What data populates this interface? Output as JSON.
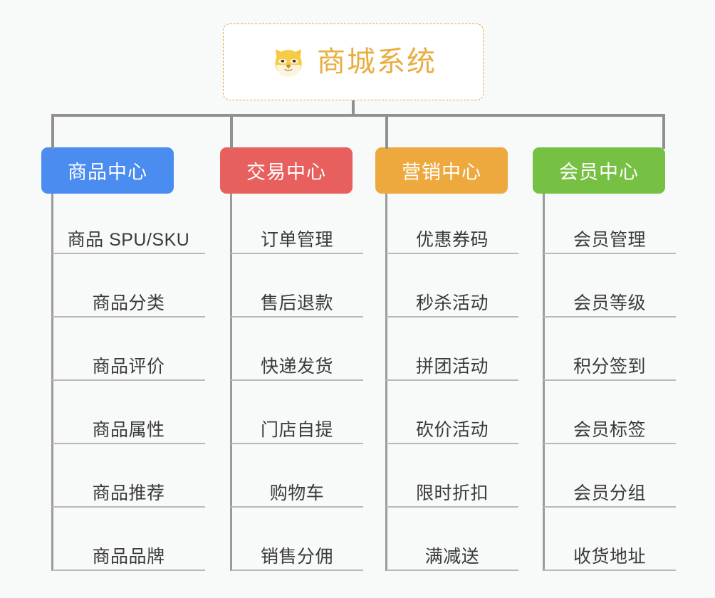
{
  "page": {
    "background_color": "#f8f9f9",
    "type": "mindmap"
  },
  "root": {
    "title": "商城系统",
    "icon": "shiba-dog-face-emoji",
    "text_color": "#e9ad42",
    "border_color": "#e8a840",
    "background_color": "#ffffff"
  },
  "branches": [
    {
      "label": "商品中心",
      "color": "#4a8cf0",
      "items": [
        "商品 SPU/SKU",
        "商品分类",
        "商品评价",
        "商品属性",
        "商品推荐",
        "商品品牌"
      ]
    },
    {
      "label": "交易中心",
      "color": "#e8605d",
      "items": [
        "订单管理",
        "售后退款",
        "快递发货",
        "门店自提",
        "购物车",
        "销售分佣"
      ]
    },
    {
      "label": "营销中心",
      "color": "#eda93e",
      "items": [
        "优惠券码",
        "秒杀活动",
        "拼团活动",
        "砍价活动",
        "限时折扣",
        "满减送"
      ]
    },
    {
      "label": "会员中心",
      "color": "#76c144",
      "items": [
        "会员管理",
        "会员等级",
        "积分签到",
        "会员标签",
        "会员分组",
        "收货地址"
      ]
    }
  ],
  "line_color": "#9a9a9a",
  "leaf_text_color": "#3a3a3a",
  "leaf_rule_color": "#b9b9b9"
}
